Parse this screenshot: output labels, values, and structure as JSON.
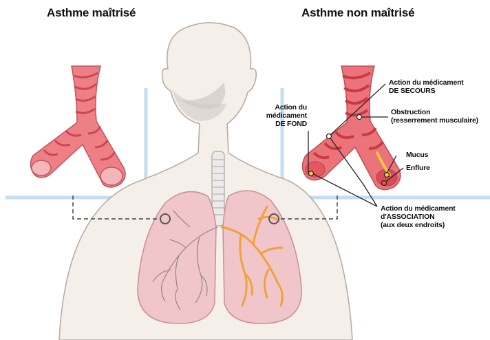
{
  "titles": {
    "left": "Asthme maîtrisé",
    "right": "Asthme non maîtrisé"
  },
  "labels": {
    "fond": [
      "Action du",
      "médicament",
      "DE FOND"
    ],
    "secours": [
      "Action du médicament",
      "DE SECOURS"
    ],
    "obstruction": [
      "Obstruction",
      "(resserrement musculaire)"
    ],
    "mucus": "Mucus",
    "enflure": "Enflure",
    "association": [
      "Action du médicament",
      "d'ASSOCIATION",
      "(aux deux endroits)"
    ]
  },
  "colors": {
    "airway": "#e8737a",
    "airway_band": "#d8404c",
    "skin": "#f3ece6",
    "lung": "#f2c9cc",
    "inflamed": "#f0a23a",
    "box_line": "#c6dcef",
    "callout_dot": "#f4c93c"
  }
}
